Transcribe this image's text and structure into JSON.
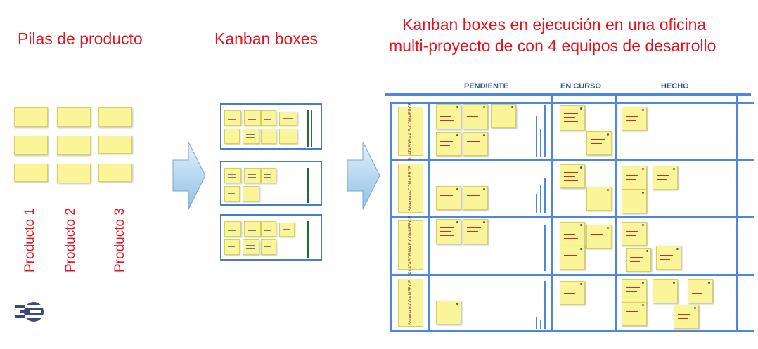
{
  "titles": {
    "product_backlogs": "Pilas  de producto",
    "kanban_boxes": "Kanban boxes",
    "running_line1": "Kanban boxes en ejecución en una oficina",
    "running_line2": "multi-proyecto de  con 4 equipos de desarrollo"
  },
  "products": [
    "Producto 1",
    "Producto 2",
    "Producto 3"
  ],
  "columns": [
    "PENDIENTE",
    "EN CURSO",
    "HECHO"
  ],
  "colors": {
    "title_red": "#e8121a",
    "board_blue": "#4f86e0",
    "note_yellow": "#fbf59a",
    "header_blue": "#2d5aa6"
  }
}
